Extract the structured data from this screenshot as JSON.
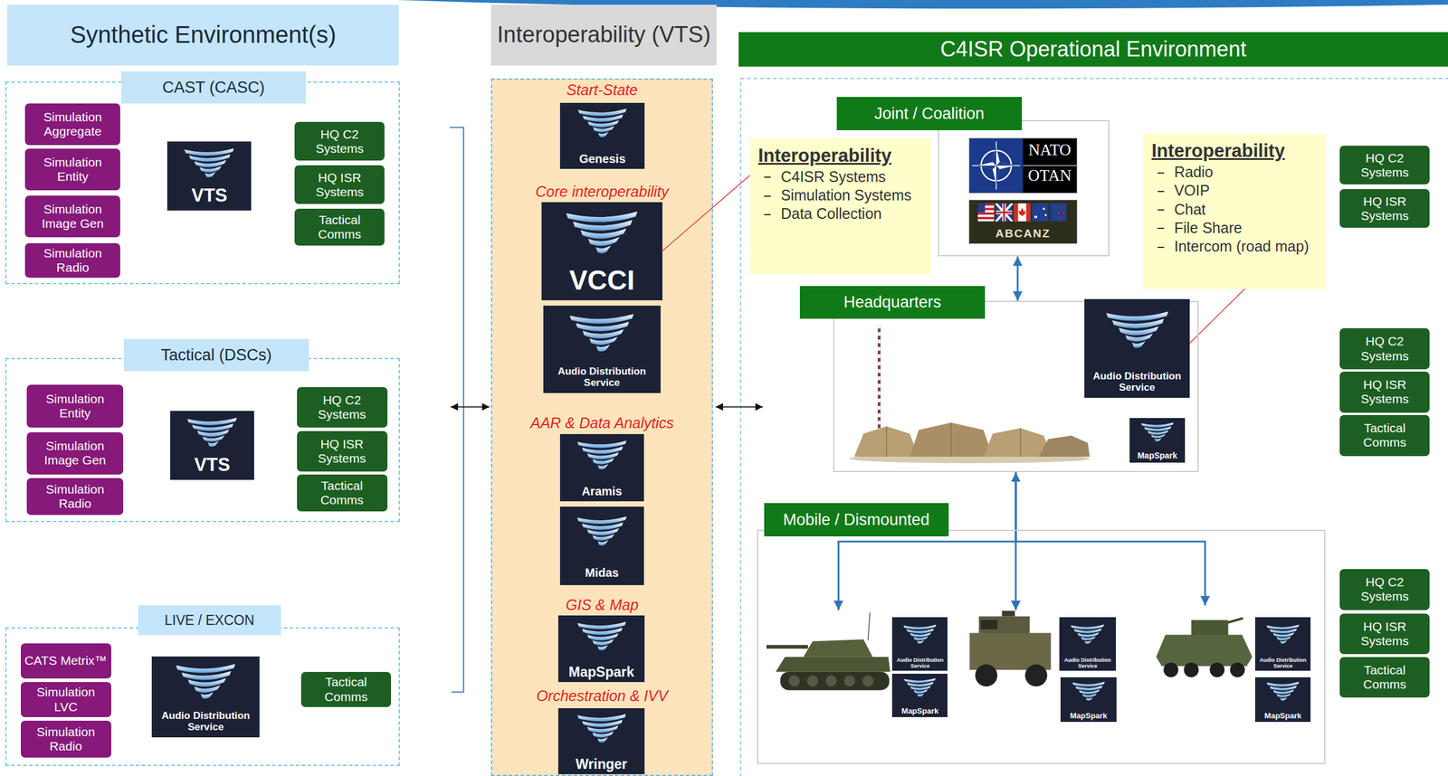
{
  "diagram": {
    "nodes": [
      {
        "text": [
          "Synthetic Environment(s)"
        ]
      },
      {
        "text": [
          "Interoperability (VTS)"
        ]
      },
      {
        "text": [
          "C4ISR Operational Environment"
        ]
      },
      {
        "text": [
          "CAST (CASC)"
        ]
      },
      {
        "text": [
          "Simulation Aggregate"
        ],
        "in": 3
      },
      {
        "text": [
          "Simulation Entity"
        ],
        "in": 3
      },
      {
        "text": [
          "Simulation Image Gen"
        ],
        "in": 3
      },
      {
        "text": [
          "Simulation Radio"
        ],
        "in": 3
      },
      {
        "text": [
          "VTS"
        ],
        "in": 3
      },
      {
        "text": [
          "HQ C2 Systems"
        ],
        "in": 3
      },
      {
        "text": [
          "HQ ISR Systems"
        ],
        "in": 3
      },
      {
        "text": [
          "Tactical Comms"
        ],
        "in": 3
      },
      {
        "text": [
          "Tactical (DSCs)"
        ]
      },
      {
        "text": [
          "Simulation Entity"
        ],
        "in": 12
      },
      {
        "text": [
          "Simulation Image Gen"
        ],
        "in": 12
      },
      {
        "text": [
          "Simulation Radio"
        ],
        "in": 12
      },
      {
        "text": [
          "VTS"
        ],
        "in": 12
      },
      {
        "text": [
          "HQ C2 Systems"
        ],
        "in": 12
      },
      {
        "text": [
          "HQ ISR Systems"
        ],
        "in": 12
      },
      {
        "text": [
          "Tactical Comms"
        ],
        "in": 12
      },
      {
        "text": [
          "LIVE / EXCON"
        ]
      },
      {
        "text": [
          "CATS Metrix™"
        ],
        "in": 20
      },
      {
        "text": [
          "Simulation LVC"
        ],
        "in": 20
      },
      {
        "text": [
          "Simulation Radio"
        ],
        "in": 20
      },
      {
        "text": [
          "Audio Distribution Service"
        ],
        "in": 20
      },
      {
        "text": [
          "Tactical Comms"
        ],
        "in": 20
      },
      {
        "text": [
          "Start-State",
          "Core interoperability",
          "AAR & Data Analytics",
          "GIS & Map",
          "Orchestration & IVV"
        ]
      },
      {
        "text": [
          "Genesis"
        ],
        "in": 26
      },
      {
        "text": [
          "VCCI"
        ],
        "in": 26
      },
      {
        "text": [
          "Audio Distribution Service"
        ],
        "in": 26
      },
      {
        "text": [
          "Aramis"
        ],
        "in": 26
      },
      {
        "text": [
          "Midas"
        ],
        "in": 26
      },
      {
        "text": [
          "MapSpark"
        ],
        "in": 26
      },
      {
        "text": [
          "Wringer"
        ],
        "in": 26
      },
      {
        "text": [
          "Joint / Coalition"
        ]
      },
      {
        "text": [
          "NATO",
          "OTAN"
        ],
        "in": 34
      },
      {
        "text": [
          "ABCANZ"
        ],
        "in": 34
      },
      {
        "text": [
          "Interoperability",
          "C4ISR Systems",
          "Simulation Systems",
          "Data Collection"
        ]
      },
      {
        "text": [
          "Interoperability",
          "Radio",
          "VOIP",
          "Chat",
          "File Share",
          "Intercom (road map)"
        ]
      },
      {
        "text": [
          "HQ C2 Systems"
        ]
      },
      {
        "text": [
          "HQ ISR Systems"
        ]
      },
      {
        "text": [
          "Headquarters"
        ]
      },
      {
        "text": [
          "Audio Distribution Service"
        ],
        "in": 41
      },
      {
        "text": [
          "MapSpark"
        ],
        "in": 41
      },
      {
        "text": [
          "HQ C2 Systems"
        ]
      },
      {
        "text": [
          "HQ ISR Systems"
        ]
      },
      {
        "text": [
          "Tactical Comms"
        ]
      },
      {
        "text": [
          "Mobile / Dismounted"
        ]
      },
      {
        "text": [],
        "in": 47
      },
      {
        "text": [
          "Audio Distribution Service"
        ],
        "in": 48
      },
      {
        "text": [
          "MapSpark"
        ],
        "in": 48
      },
      {
        "text": [],
        "in": 47
      },
      {
        "text": [
          "Audio Distribution Service"
        ],
        "in": 51
      },
      {
        "text": [
          "MapSpark"
        ],
        "in": 51
      },
      {
        "text": [],
        "in": 47
      },
      {
        "text": [
          "Audio Distribution Service"
        ],
        "in": 54
      },
      {
        "text": [
          "MapSpark"
        ],
        "in": 54
      },
      {
        "text": [
          "HQ C2 Systems"
        ]
      },
      {
        "text": [
          "HQ ISR Systems"
        ]
      },
      {
        "text": [
          "Tactical Comms"
        ]
      }
    ],
    "edges": [
      {
        "from": 34,
        "to": 41,
        "arrow": "both"
      },
      {
        "from": 41,
        "to": 48,
        "arrow": "to"
      },
      {
        "from": 41,
        "to": 51,
        "arrow": "both"
      },
      {
        "from": 41,
        "to": 54,
        "arrow": "to"
      },
      {
        "from": 28,
        "to": 37,
        "arrow": "none"
      },
      {
        "from": 38,
        "to": 42,
        "arrow": "none"
      }
    ]
  }
}
